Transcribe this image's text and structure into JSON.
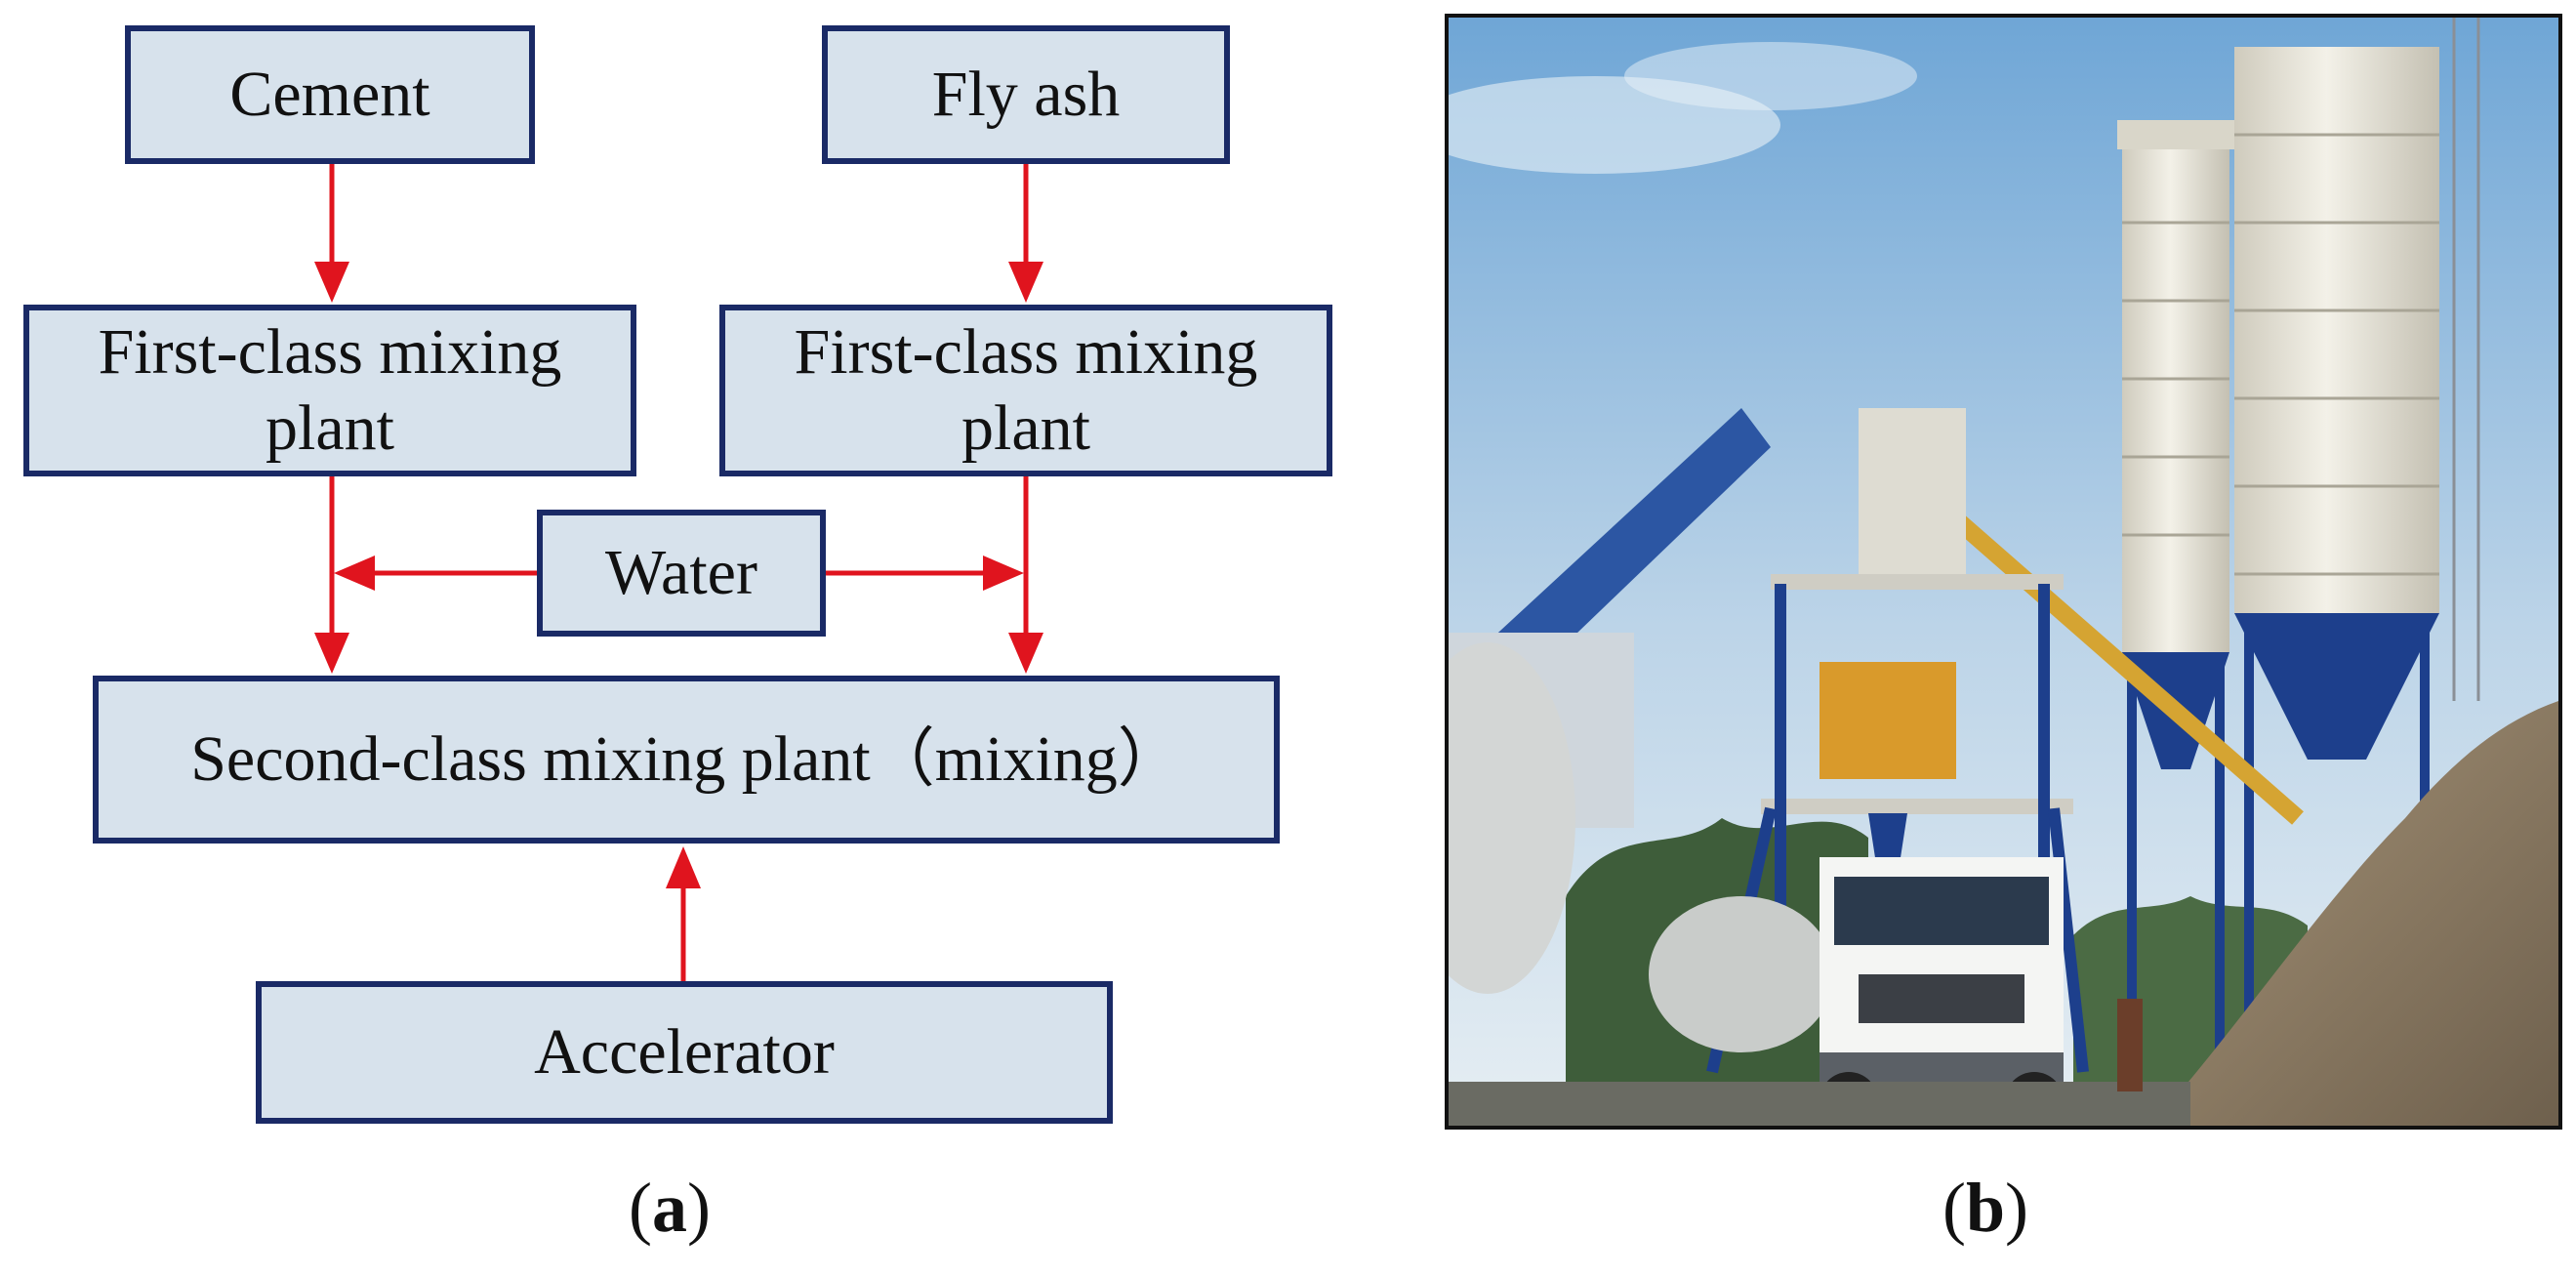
{
  "diagram": {
    "nodes": {
      "cement": "Cement",
      "fly_ash": "Fly ash",
      "first_class_left": "First-class mixing plant",
      "first_class_right": "First-class mixing plant",
      "water": "Water",
      "second_class": "Second-class mixing plant（mixing）",
      "accelerator": "Accelerator"
    },
    "arrow_color": "#e0141e",
    "box_fill": "#d7e2ec",
    "box_border": "#1a2a66"
  },
  "captions": {
    "a_open": "(",
    "a_letter": "a",
    "a_close": ")",
    "b_open": "(",
    "b_letter": "b",
    "b_close": ")"
  },
  "photo": {
    "sky_top": "#7fb2dd",
    "sky_bottom": "#dde9f2",
    "silo_color": "#e8e6dc",
    "frame_color": "#1d3f8c",
    "mixer_color": "#d99a2b",
    "sand_color": "#8f7c63",
    "trees_color": "#3e5d3a"
  }
}
